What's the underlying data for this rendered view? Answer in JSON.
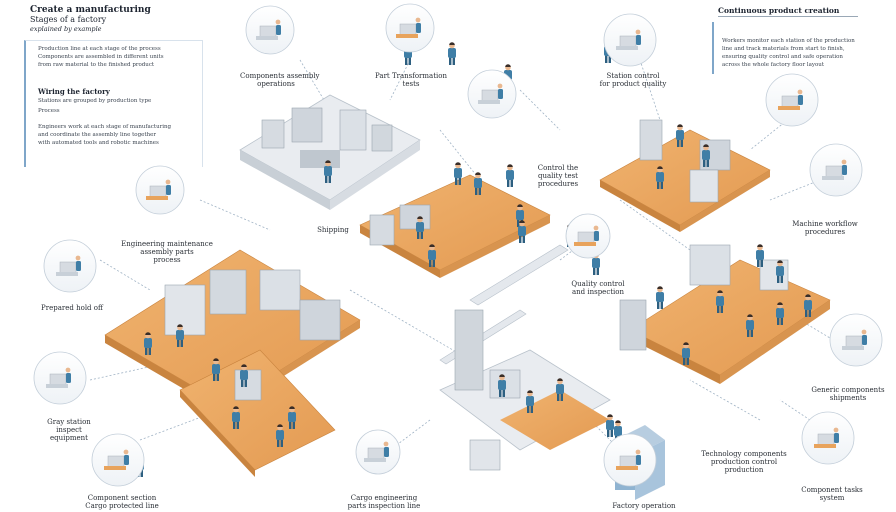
{
  "header": {
    "title_line1": "Create a manufacturing",
    "title_line2": "Stages of a factory",
    "title_line3": "explained by example"
  },
  "right_header": {
    "title": "Continuous product creation"
  },
  "left_panel": {
    "lines_top": [
      "Production line at each stage of the process",
      "Components are assembled in different units",
      "from raw material to the finished product"
    ],
    "subheading": "Wiring the factory",
    "sublines": [
      "Stations are grouped by production type",
      "Process",
      "Engineers work at each stage of manufacturing",
      "and coordinate the assembly line together",
      "with automated tools and robotic machines"
    ]
  },
  "right_panel": {
    "lines": [
      "Workers monitor each station of the production",
      "line and track materials from start to finish,",
      "ensuring quality control and safe operation",
      "across the whole factory floor layout"
    ]
  },
  "labels": [
    {
      "id": "lbl-a",
      "text": "Components assembly",
      "line2": "operations"
    },
    {
      "id": "lbl-b",
      "text": "Part Transformation",
      "line2": "tests"
    },
    {
      "id": "lbl-c",
      "text": "Station control",
      "line2": "for product quality"
    },
    {
      "id": "lbl-d",
      "text": "Control the",
      "line2": "quality test",
      "line3": "procedures"
    },
    {
      "id": "lbl-e",
      "text": "Machine workflow",
      "line2": "procedures"
    },
    {
      "id": "lbl-f",
      "text": "Engineering maintenance",
      "line2": "assembly parts",
      "line3": "process"
    },
    {
      "id": "lbl-g",
      "text": "Shipping"
    },
    {
      "id": "lbl-h",
      "text": "Prepared hold off"
    },
    {
      "id": "lbl-i",
      "text": "Quality control",
      "line2": "and inspection"
    },
    {
      "id": "lbl-j",
      "text": "Gray station",
      "line2": "inspect",
      "line3": "equipment"
    },
    {
      "id": "lbl-k",
      "text": "Generic components",
      "line2": "shipments"
    },
    {
      "id": "lbl-l",
      "text": "Component section",
      "line2": "Cargo protected line"
    },
    {
      "id": "lbl-m",
      "text": "Cargo engineering",
      "line2": "parts inspection line"
    },
    {
      "id": "lbl-n",
      "text": "Technology components",
      "line2": "production control",
      "line3": "production"
    },
    {
      "id": "lbl-o",
      "text": "Component tasks",
      "line2": "system"
    },
    {
      "id": "lbl-p",
      "text": "Factory operation"
    }
  ],
  "colors": {
    "wood": "#e8a35c",
    "wood_dark": "#c9843f",
    "metal": "#d6dbe1",
    "metal_dark": "#a9b1ba",
    "worker": "#3f7ea6",
    "worker_dark": "#2d5f80",
    "skin": "#e9b890",
    "line": "#9fb2c4"
  }
}
